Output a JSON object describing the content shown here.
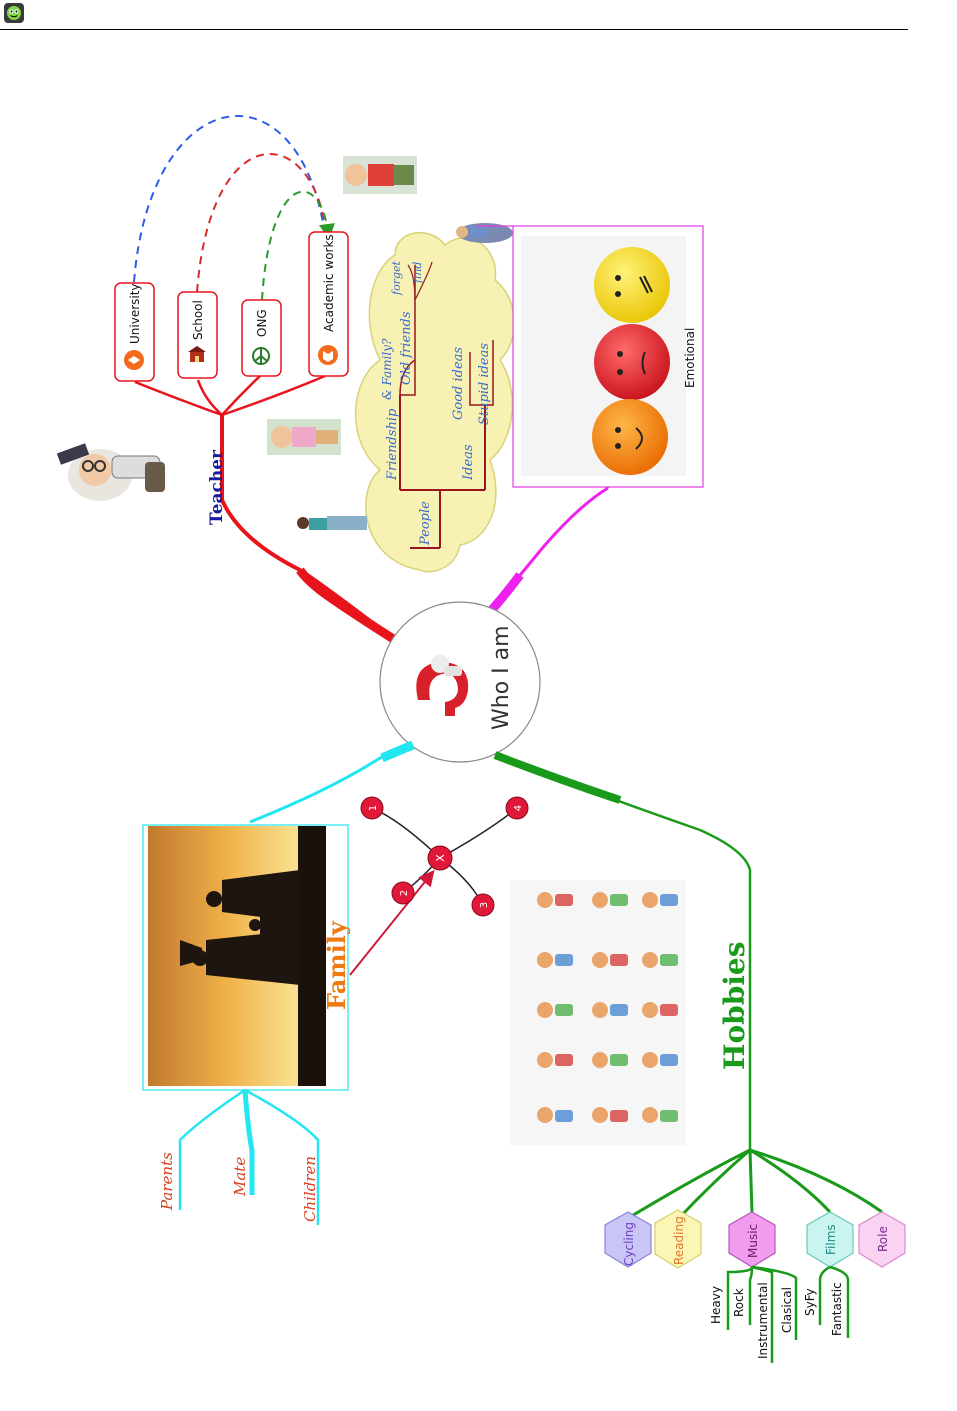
{
  "central": {
    "label": "Who I am"
  },
  "teacher": {
    "label": "Teacher",
    "color": "#e8141b",
    "nodes": [
      {
        "label": "University",
        "icon": "university-icon"
      },
      {
        "label": "School",
        "icon": "school-icon"
      },
      {
        "label": "ONG",
        "icon": "peace-icon"
      },
      {
        "label": "Academic works",
        "icon": "book-icon"
      }
    ]
  },
  "cloud": {
    "people": "People",
    "friendship": "Friendship",
    "family_q": "& Family?",
    "old_friends": "Old friends",
    "forget": "forget",
    "find": "find",
    "ideas": "Ideas",
    "good_ideas": "Good ideas",
    "stupid_ideas": "Stupid ideas"
  },
  "emotional": {
    "label": "Emotional",
    "color": "#ee22ee"
  },
  "family": {
    "label": "Family",
    "color": "#22e6f0",
    "children": [
      "Parents",
      "Mate",
      "Children"
    ]
  },
  "cross": {
    "center": "X",
    "items": [
      "1",
      "2",
      "3",
      "4"
    ]
  },
  "hobbies": {
    "label": "Hobbies",
    "color": "#1a9a1a",
    "items": [
      {
        "label": "Cycling",
        "fill": "#c9c6f6",
        "stroke": "#8a86d8",
        "text": "#6d3fc6"
      },
      {
        "label": "Reading",
        "fill": "#fbf6b5",
        "stroke": "#d6cf6a",
        "text": "#e0772a"
      },
      {
        "label": "Music",
        "fill": "#f29cf0",
        "stroke": "#b55ab3",
        "text": "#6a1c6a"
      },
      {
        "label": "Films",
        "fill": "#c9f4ef",
        "stroke": "#6ec7bd",
        "text": "#238a82"
      },
      {
        "label": "Role",
        "fill": "#f9d3f1",
        "stroke": "#d98ccb",
        "text": "#7a2b8f"
      }
    ],
    "music_sub": [
      "Heavy",
      "Rock",
      "Instrumental",
      "Clasical"
    ],
    "films_sub": [
      "SyFy",
      "Fantastic"
    ]
  }
}
